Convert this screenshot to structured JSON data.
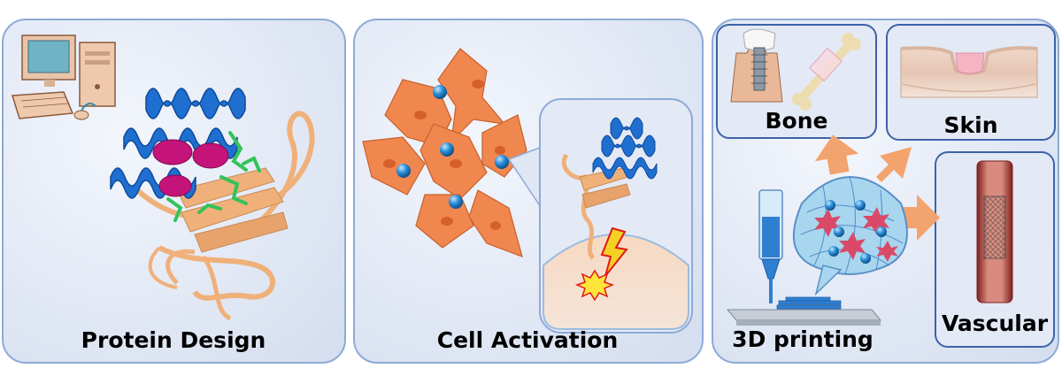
{
  "panels": {
    "protein_design": {
      "label": "Protein Design"
    },
    "cell_activation": {
      "label": "Cell Activation"
    },
    "printing": {
      "label": "3D printing",
      "targets": {
        "bone": "Bone",
        "skin": "Skin",
        "vascular": "Vascular"
      }
    }
  },
  "colors": {
    "panel_fill": "#dfe6f4",
    "panel_stroke": "#8eaad6",
    "helix": "#1f6fd1",
    "sheet": "#f0b07a",
    "magenta": "#c4147a",
    "green": "#33c35a",
    "cell": "#f0874f",
    "bead": "#2b8fd8",
    "arrow": "#f3a36d",
    "skin_pink": "#f5b4c4",
    "vessel": "#9b2d2d"
  },
  "icons": {
    "computer": "computer-icon",
    "protein": "protein-structure-icon",
    "cell": "cell-icon",
    "bead": "bead-icon",
    "lightning": "lightning-icon",
    "spark": "spark-icon",
    "tooth": "tooth-implant-icon",
    "bone": "bone-icon",
    "skin": "skin-layer-icon",
    "vessel": "vessel-stent-icon",
    "printer": "bioprinter-icon",
    "hydrogel": "hydrogel-icon",
    "arrow": "arrow-icon"
  }
}
